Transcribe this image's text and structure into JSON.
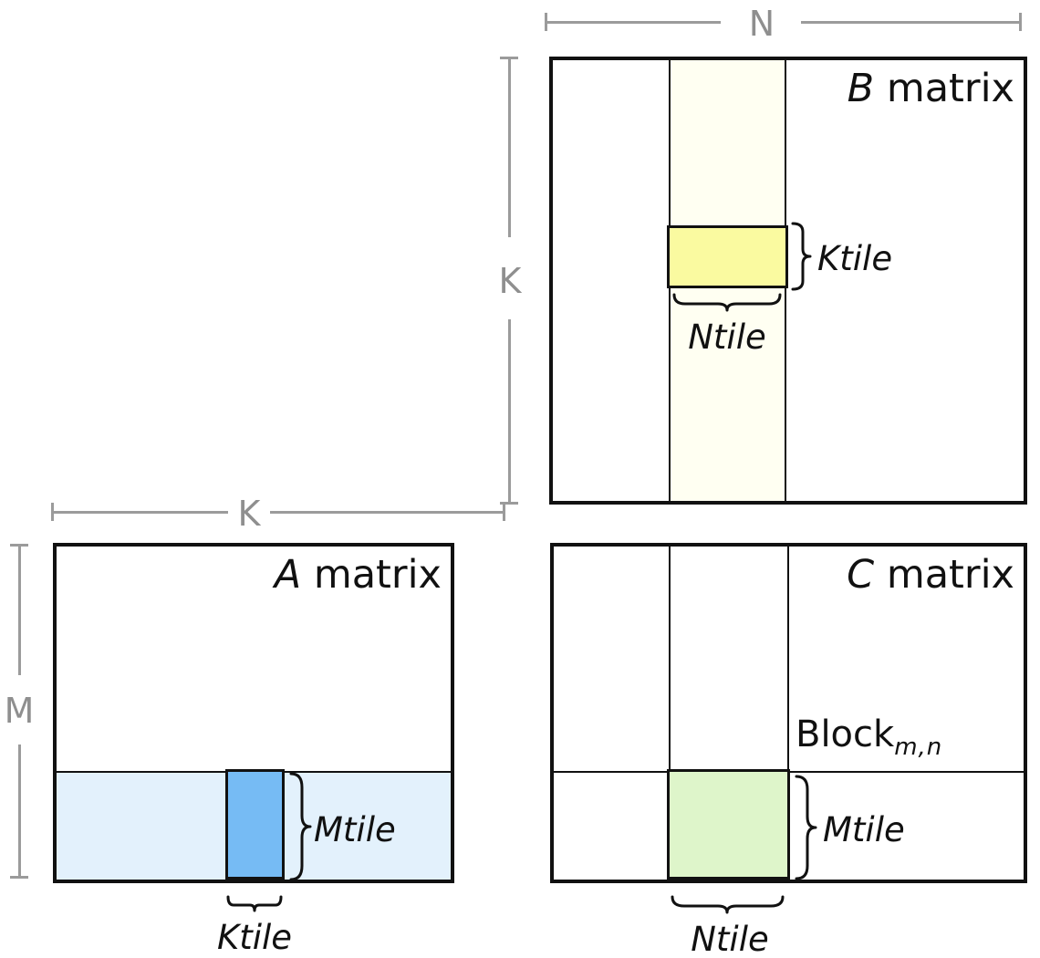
{
  "matrices": {
    "b": {
      "letter": "B",
      "word": " matrix"
    },
    "a": {
      "letter": "A",
      "word": " matrix"
    },
    "c": {
      "letter": "C",
      "word": " matrix"
    }
  },
  "dimensions": {
    "n": "N",
    "k_b": "K",
    "k_a": "K",
    "m": "M"
  },
  "tiles": {
    "b_ktile": "Ktile",
    "b_ntile": "Ntile",
    "a_mtile": "Mtile",
    "a_ktile": "Ktile",
    "c_mtile": "Mtile",
    "c_ntile": "Ntile"
  },
  "block": {
    "base": "Block",
    "subscript": "m,n"
  },
  "icons": {
    "brace_vertical": "curly-brace-right",
    "brace_horizontal": "curly-brace-under"
  },
  "colors": {
    "b_strip": "#FFFFF2",
    "b_tile": "#FAFAA0",
    "a_strip": "#E3F1FC",
    "a_tile": "#76BBF4",
    "c_tile": "#DEF5CA",
    "line_black": "#111111",
    "dim_gray": "#9B9B9B"
  }
}
